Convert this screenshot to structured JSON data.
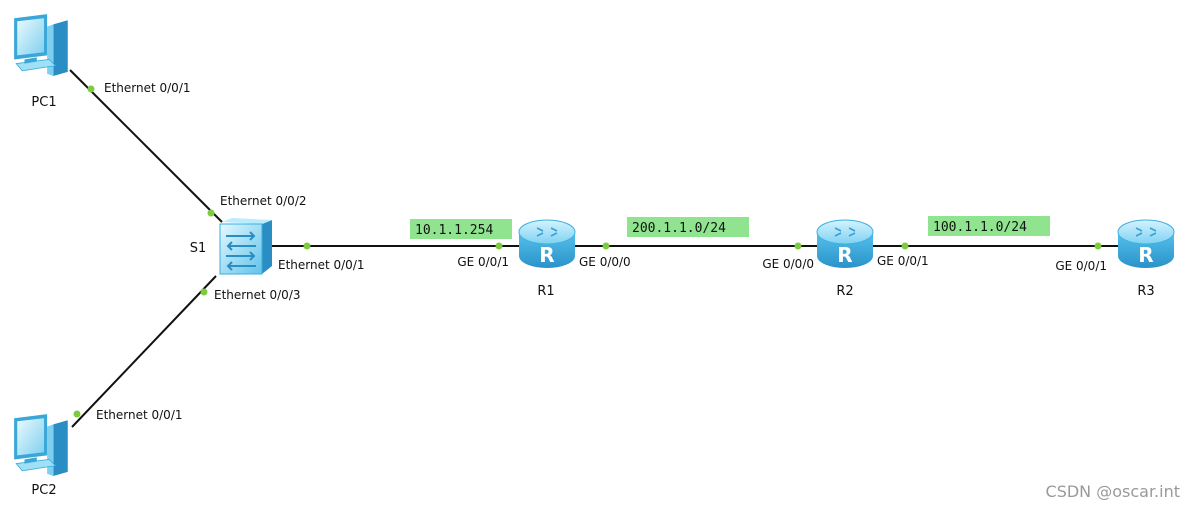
{
  "colors": {
    "link": "#111111",
    "port_dot": "#7dcc3f",
    "net_label_bg": "#90e490",
    "device_blue": "#5bc6ee",
    "device_dark": "#2a8dc4",
    "device_light": "#c8efff"
  },
  "devices": [
    {
      "id": "pc1",
      "label": "PC1",
      "icon": "pc-icon"
    },
    {
      "id": "pc2",
      "label": "PC2",
      "icon": "pc-icon"
    },
    {
      "id": "s1",
      "label": "S1",
      "icon": "switch-icon"
    },
    {
      "id": "r1",
      "label": "R1",
      "icon": "router-icon"
    },
    {
      "id": "r2",
      "label": "R2",
      "icon": "router-icon"
    },
    {
      "id": "r3",
      "label": "R3",
      "icon": "router-icon"
    }
  ],
  "links": [
    {
      "id": "pc1-s1",
      "ports": [
        "Ethernet 0/0/1",
        "Ethernet 0/0/2"
      ]
    },
    {
      "id": "pc2-s1",
      "ports": [
        "Ethernet 0/0/1",
        "Ethernet 0/0/3"
      ]
    },
    {
      "id": "s1-r1",
      "ports": [
        "Ethernet 0/0/1",
        "GE 0/0/1"
      ]
    },
    {
      "id": "r1-r2",
      "ports": [
        "GE 0/0/0",
        "GE 0/0/0"
      ]
    },
    {
      "id": "r2-r3",
      "ports": [
        "GE 0/0/1",
        "GE 0/0/1"
      ]
    }
  ],
  "networks": [
    "10.1.1.254",
    "200.1.1.0/24",
    "100.1.1.0/24"
  ],
  "watermark": "CSDN @oscar.int"
}
